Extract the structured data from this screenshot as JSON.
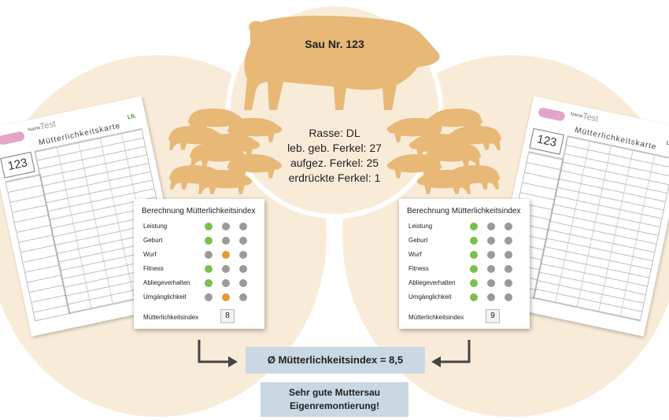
{
  "sow": {
    "title": "Sau Nr. 123",
    "breed": "Rasse: DL",
    "born_alive": "leb. geb. Ferkel: 27",
    "reared": "aufgez. Ferkel: 25",
    "crushed": "erdrückte Ferkel: 1"
  },
  "card": {
    "name_label": "Name:",
    "name_value": "Test",
    "title": "Mütterlichkeitskarte",
    "sow_number": "123",
    "brand": "LfL"
  },
  "panels": [
    {
      "title": "Berechnung Mütterlichkeitsindex",
      "criteria": [
        {
          "label": "Leistung",
          "selected": 1
        },
        {
          "label": "Geburt",
          "selected": 1
        },
        {
          "label": "Wurf",
          "selected": 2
        },
        {
          "label": "Fitness",
          "selected": 1
        },
        {
          "label": "Abliegeverhalten",
          "selected": 1
        },
        {
          "label": "Umgänglichkeit",
          "selected": 2
        }
      ],
      "index_label": "Mütterlichkeitsindex",
      "index_value": "8"
    },
    {
      "title": "Berechnung Mütterlichkeitsindex",
      "criteria": [
        {
          "label": "Leistung",
          "selected": 1
        },
        {
          "label": "Geburt",
          "selected": 1
        },
        {
          "label": "Wurf",
          "selected": 1
        },
        {
          "label": "Fitness",
          "selected": 1
        },
        {
          "label": "Abliegeverhalten",
          "selected": 1
        },
        {
          "label": "Umgänglichkeit",
          "selected": 1
        }
      ],
      "index_label": "Mütterlichkeitsindex",
      "index_value": "9"
    }
  ],
  "result": {
    "average": "Ø Mütterlichkeitsindex = 8,5",
    "verdict_line1": "Sehr gute Muttersau",
    "verdict_line2": "Eigenremontierung!"
  },
  "colors": {
    "background_shape": "#f8ecd9",
    "pig": "#e8b877",
    "dot_green": "#7bbf4e",
    "dot_orange": "#e39a36",
    "dot_grey": "#9a9a9a",
    "result_box": "#c9d8e3",
    "arrow": "#444444"
  },
  "icons": [
    "sow-silhouette",
    "piglet-silhouette"
  ]
}
